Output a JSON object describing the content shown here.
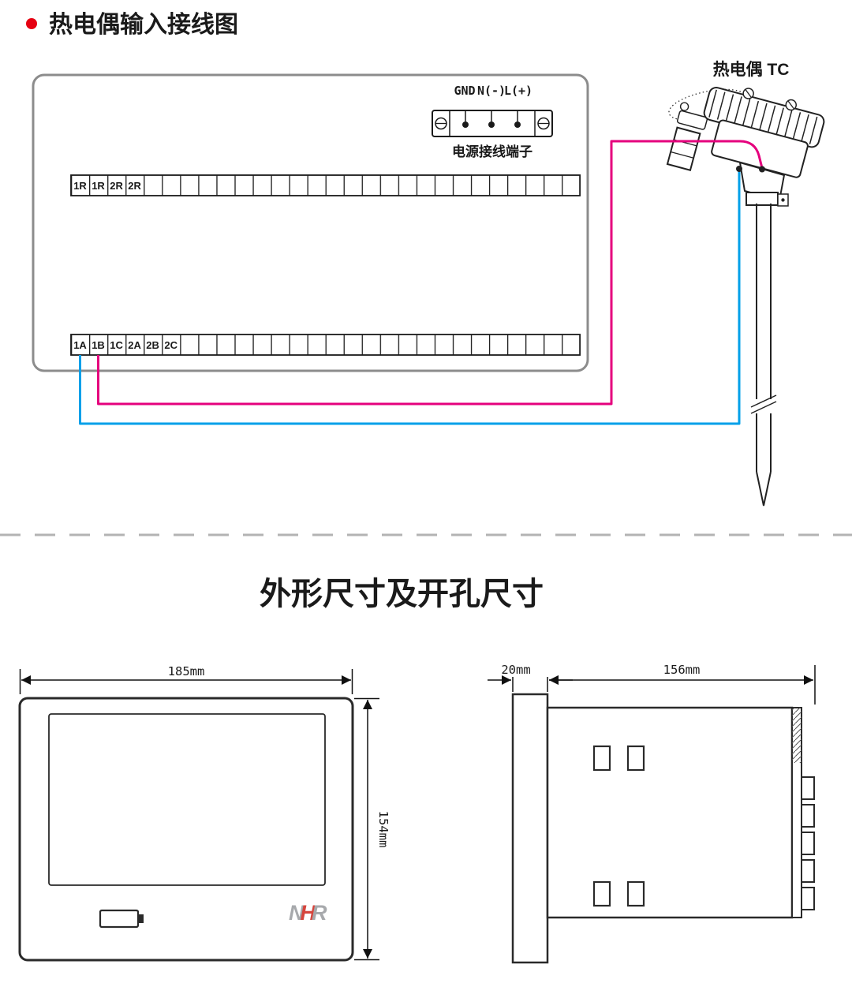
{
  "page": {
    "title": "热电偶输入接线图",
    "section_title": "外形尺寸及开孔尺寸"
  },
  "wiring": {
    "sensor_label": "热电偶 TC",
    "power": {
      "labels": [
        "GND",
        "N(-)",
        "L(+)"
      ],
      "caption": "电源接线端子"
    },
    "upper_terminals": [
      "1R",
      "1R",
      "2R",
      "2R"
    ],
    "lower_terminals": [
      "1A",
      "1B",
      "1C",
      "2A",
      "2B",
      "2C"
    ],
    "colors": {
      "wire_positive": "#e5007d",
      "wire_negative": "#00a0e9",
      "bullet": "#e60012"
    }
  },
  "dimensions": {
    "front_width": "185mm",
    "front_height": "154mm",
    "flange_depth": "20mm",
    "body_depth": "156mm"
  },
  "logo": {
    "letters": [
      "N",
      "H",
      "R"
    ],
    "colors": {
      "gray": "#a7a9ac",
      "red": "#d6453d"
    }
  }
}
